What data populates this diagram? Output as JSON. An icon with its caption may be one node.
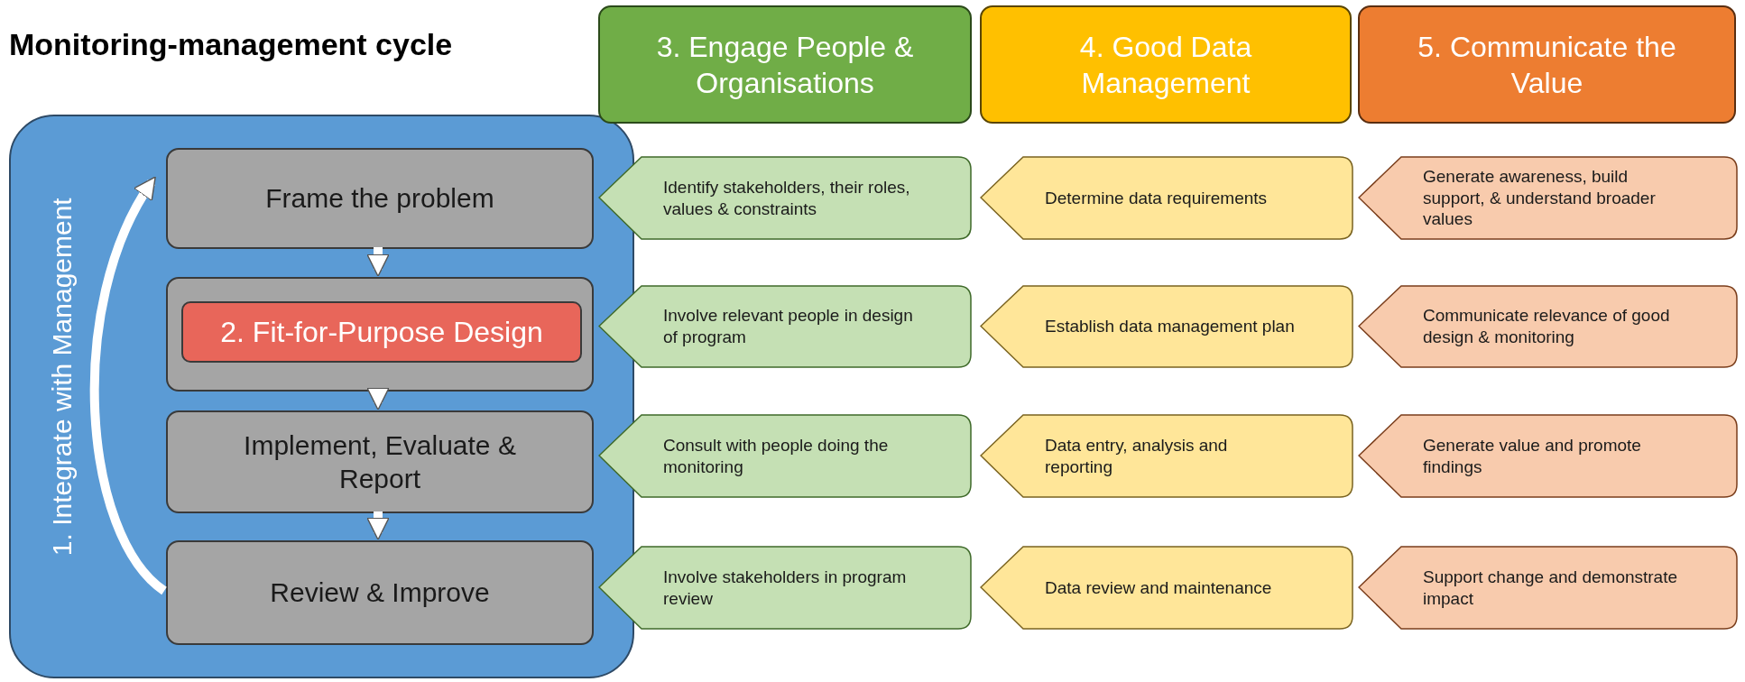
{
  "diagram": {
    "title": "Monitoring-management cycle",
    "nodes": [
      {
        "text": [
          "1. Integrate with Management"
        ]
      },
      {
        "text": [
          "Frame the problem"
        ],
        "in": 0
      },
      {
        "text": [],
        "shape": "box",
        "in": 0
      },
      {
        "text": [
          "2. Fit-for-Purpose Design"
        ],
        "in": 2
      },
      {
        "text": [
          "Implement, Evaluate & Report"
        ],
        "in": 0
      },
      {
        "text": [
          "Review & Improve"
        ],
        "in": 0
      },
      {
        "text": [
          "3. Engage People & Organisations"
        ]
      },
      {
        "text": [
          "4. Good Data Management"
        ]
      },
      {
        "text": [
          "5. Communicate the Value"
        ]
      },
      {
        "text": [
          "Identify stakeholders, their roles, values & constraints"
        ]
      },
      {
        "text": [
          "Involve relevant people in design of program"
        ]
      },
      {
        "text": [
          "Consult with people doing the monitoring"
        ]
      },
      {
        "text": [
          "Involve stakeholders in program review"
        ]
      },
      {
        "text": [
          "Determine data requirements"
        ]
      },
      {
        "text": [
          "Establish data management plan"
        ]
      },
      {
        "text": [
          "Data entry, analysis and reporting"
        ]
      },
      {
        "text": [
          "Data review and maintenance"
        ]
      },
      {
        "text": [
          "Generate awareness, build support, & understand broader values"
        ]
      },
      {
        "text": [
          "Communicate relevance of good design & monitoring"
        ]
      },
      {
        "text": [
          "Generate value and promote findings"
        ]
      },
      {
        "text": [
          "Support change and demonstrate impact"
        ]
      }
    ],
    "edges": [
      {
        "from": 1,
        "to": 2,
        "arrow": "to"
      },
      {
        "from": 2,
        "to": 4,
        "arrow": "to"
      },
      {
        "from": 4,
        "to": 5,
        "arrow": "to"
      },
      {
        "from": 5,
        "to": 1,
        "arrow": "to"
      }
    ]
  }
}
